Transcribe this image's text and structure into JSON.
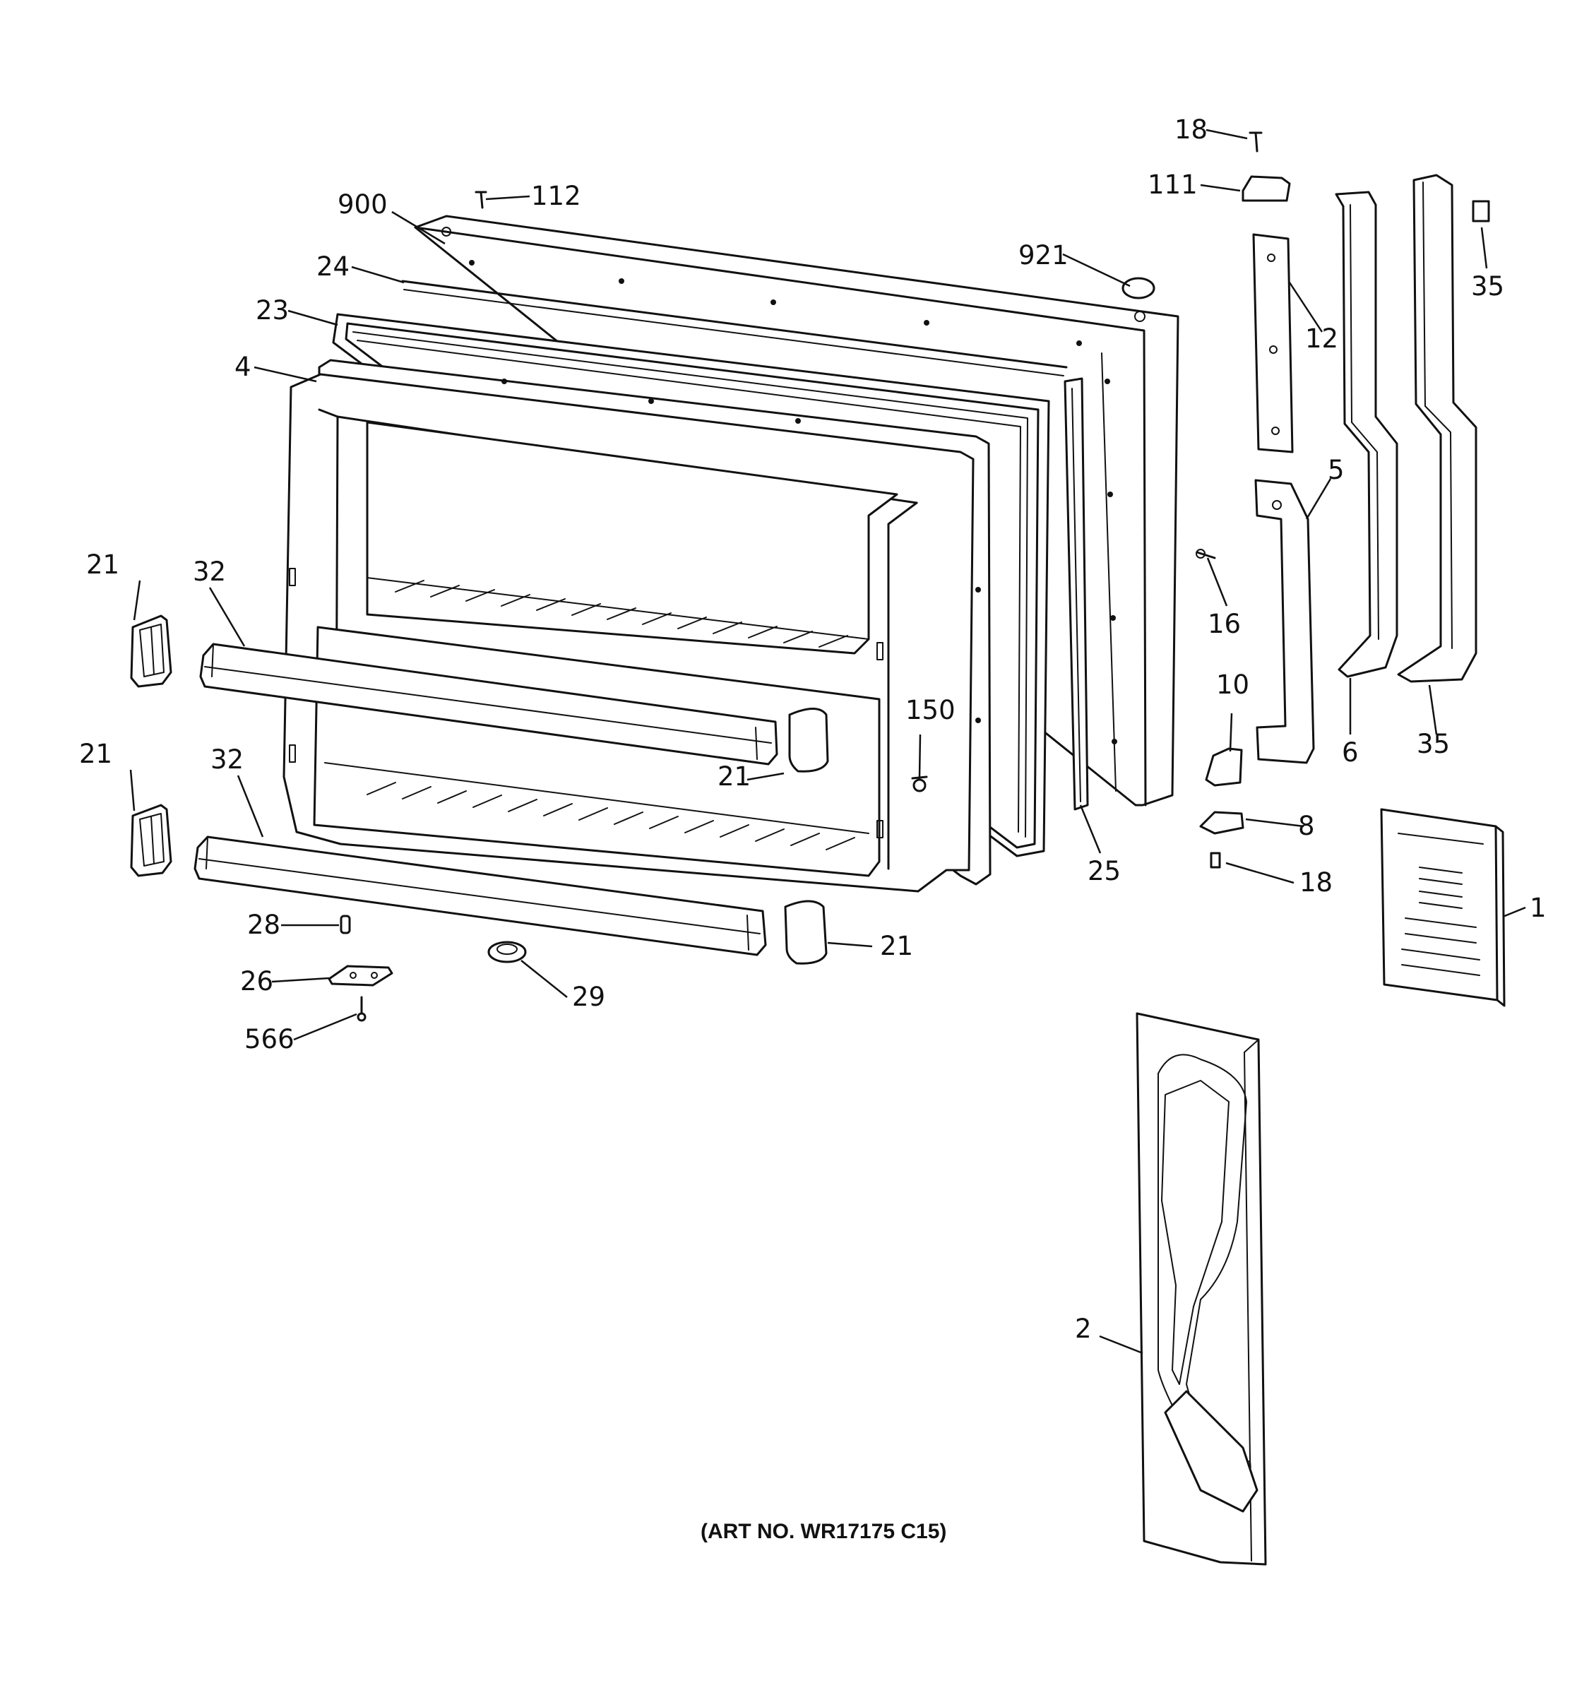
{
  "caption": "(ART NO. WR17175 C15)",
  "callouts": {
    "c1": "1",
    "c2": "2",
    "c4": "4",
    "c5": "5",
    "c6": "6",
    "c8": "8",
    "c10": "10",
    "c12": "12",
    "c16": "16",
    "c18a": "18",
    "c18b": "18",
    "c21a": "21",
    "c21b": "21",
    "c21c": "21",
    "c21d": "21",
    "c23": "23",
    "c24": "24",
    "c25": "25",
    "c26": "26",
    "c28": "28",
    "c29": "29",
    "c32a": "32",
    "c32b": "32",
    "c35a": "35",
    "c35b": "35",
    "c111": "111",
    "c112": "112",
    "c150": "150",
    "c566": "566",
    "c900": "900",
    "c921": "921"
  }
}
